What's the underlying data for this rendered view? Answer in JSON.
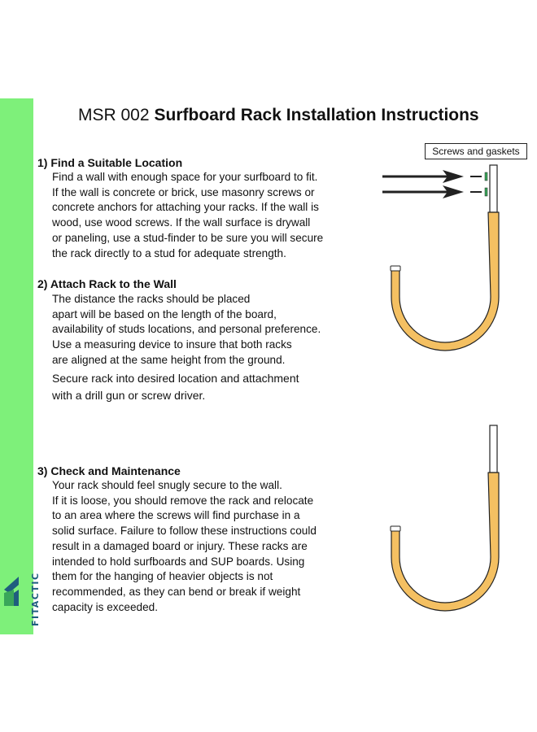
{
  "colors": {
    "side_band": "#7ef07a",
    "rack_fill": "#f4c062",
    "rack_stroke": "#222222",
    "brand_blue": "#1f5e7e",
    "brand_green": "#3aa65a"
  },
  "brand": {
    "name": "FITACTIC",
    "logo_icon": "fitactic-logo-icon"
  },
  "title": {
    "model": "MSR 002",
    "main": "Surfboard Rack Installation Instructions"
  },
  "figures": {
    "screws_label": "Screws and gaskets"
  },
  "sections": [
    {
      "heading": "1) Find a Suitable Location",
      "lines": [
        "Find a wall with enough space for your surfboard to fit.",
        "If the wall is concrete or brick, use masonry screws or",
        "concrete anchors for attaching your racks. If the wall is",
        "wood, use wood screws. If the wall surface is drywall",
        "or paneling, use a stud-finder to be sure you will secure",
        "the rack directly to a stud for adequate strength."
      ]
    },
    {
      "heading": "2) Attach Rack to the Wall",
      "lines": [
        "The distance the racks should be placed",
        "apart will be based on the length of the board,",
        "availability of studs locations, and personal preference.",
        "Use a measuring device to insure that both racks",
        "are aligned at the same height from the ground."
      ],
      "extra_lines": [
        "Secure rack into desired location and attachment",
        "with a drill gun or screw driver."
      ]
    },
    {
      "heading": "3) Check and Maintenance",
      "lines": [
        "Your rack should feel snugly secure to the wall.",
        "If it is loose, you should remove the rack and relocate",
        "to an area where the screws will find purchase in a",
        "solid surface. Failure to follow these instructions could",
        "result in a damaged board or injury.  These racks are",
        "intended to hold surfboards and SUP boards. Using",
        "them for the hanging of heavier objects is not",
        "recommended, as they can bend or break if weight",
        "capacity is exceeded."
      ]
    }
  ]
}
